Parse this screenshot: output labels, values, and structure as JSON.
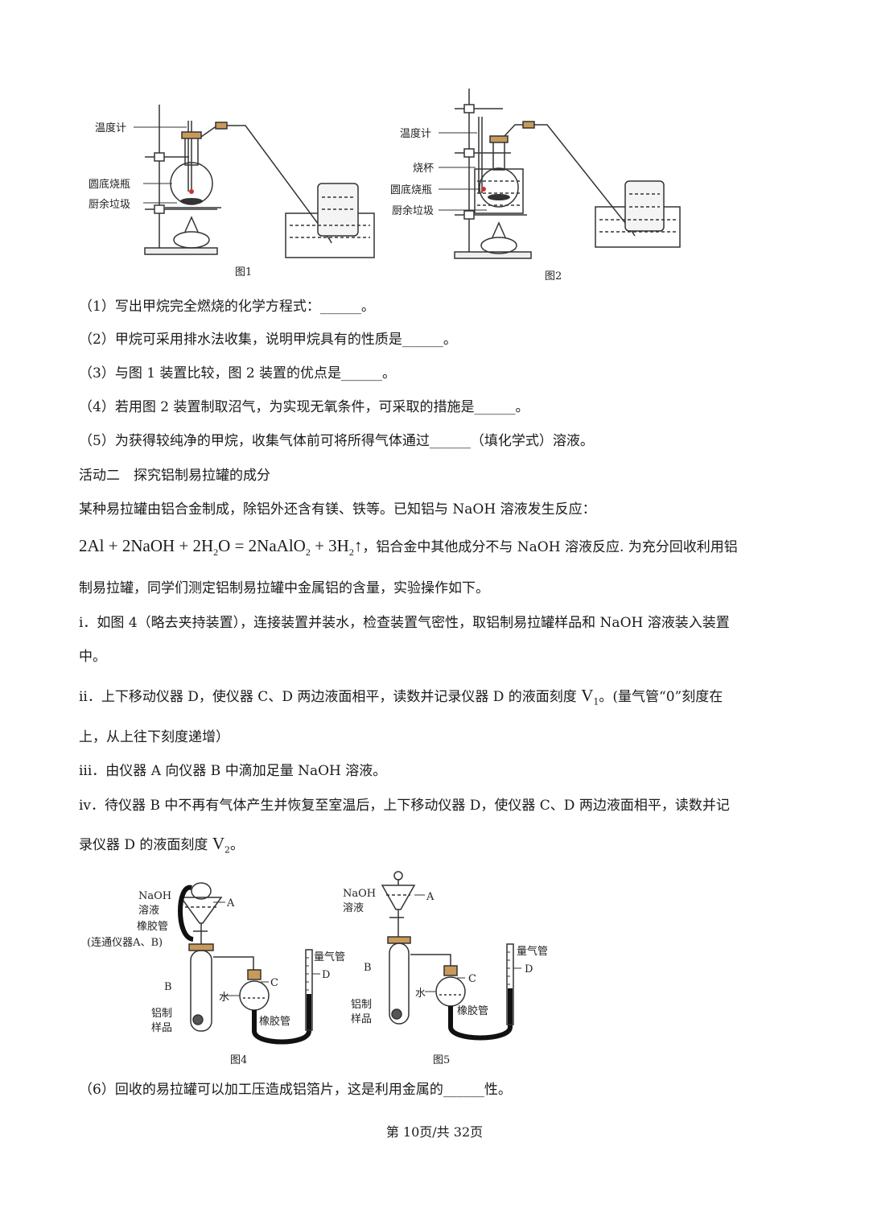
{
  "figures": {
    "fig1": {
      "caption": "图1",
      "labels": [
        "温度计",
        "圆底烧瓶",
        "厨余垃圾"
      ]
    },
    "fig2": {
      "caption": "图2",
      "labels": [
        "温度计",
        "烧杯",
        "圆底烧瓶",
        "厨余垃圾"
      ]
    },
    "fig4": {
      "caption": "图4",
      "labels": {
        "naoh": "NaOH",
        "solution": "溶液",
        "a": "A",
        "rubber_tube": "橡胶管",
        "connect": "(连通仪器A、B)",
        "b": "B",
        "c": "C",
        "d": "D",
        "water": "水",
        "gas_tube": "量气管",
        "rubber_tube2": "橡胶管",
        "sample1": "铝制",
        "sample2": "样品"
      }
    },
    "fig5": {
      "caption": "图5",
      "labels": {
        "naoh": "NaOH",
        "solution": "溶液",
        "a": "A",
        "b": "B",
        "c": "C",
        "d": "D",
        "water": "水",
        "gas_tube": "量气管",
        "rubber_tube": "橡胶管",
        "sample1": "铝制",
        "sample2": "样品"
      }
    }
  },
  "questions": {
    "q1": "（1）写出甲烷完全燃烧的化学方程式：______。",
    "q2": "（2）甲烷可采用排水法收集，说明甲烷具有的性质是______。",
    "q3": "（3）与图 1 装置比较，图 2 装置的优点是______。",
    "q4": "（4）若用图 2 装置制取沼气，为实现无氧条件，可采取的措施是______。",
    "q5": "（5）为获得较纯净的甲烷，收集气体前可将所得气体通过______（填化学式）溶液。",
    "q6": "（6）回收的易拉罐可以加工压造成铝箔片，这是利用金属的______性。"
  },
  "activity2": {
    "title": "活动二　探究铝制易拉罐的成分",
    "intro": "某种易拉罐由铝合金制成，除铝外还含有镁、铁等。已知铝与 NaOH 溶液发生反应：",
    "equation": {
      "p1": "2Al + 2NaOH + 2H",
      "s1": "2",
      "p2": "O = 2NaAlO",
      "s2": "2",
      "p3": " + 3H",
      "s3": "2",
      "arrow": "↑"
    },
    "after_eq": "，铝合金中其他成分不与 NaOH 溶液反应. 为充分回收利用铝",
    "after_eq2": "制易拉罐，同学们测定铝制易拉罐中金属铝的含量，实验操作如下。"
  },
  "steps": {
    "s1a": "i．如图 4（略去夹持装置），连接装置并装水，检查装置气密性，取铝制易拉罐样品和 NaOH 溶液装入装置",
    "s1b": "中。",
    "s2a": "ii．上下移动仪器 D，使仪器 C、D 两边液面相平，读数并记录仪器 D 的液面刻度 ",
    "s2v": "V",
    "s2sub": "1",
    "s2c": "。(量气管“0”刻度在",
    "s2b": "上，从上往下刻度递增）",
    "s3": "iii．由仪器 A 向仪器 B 中滴加足量 NaOH 溶液。",
    "s4a": "iv．待仪器 B 中不再有气体产生并恢复至室温后，上下移动仪器 D，使仪器 C、D 两边液面相平，读数并记",
    "s4b": "录仪器 D 的液面刻度 ",
    "s4v": "V",
    "s4sub": "2",
    "s4c": "。"
  },
  "footer": "第 10页/共 32页"
}
